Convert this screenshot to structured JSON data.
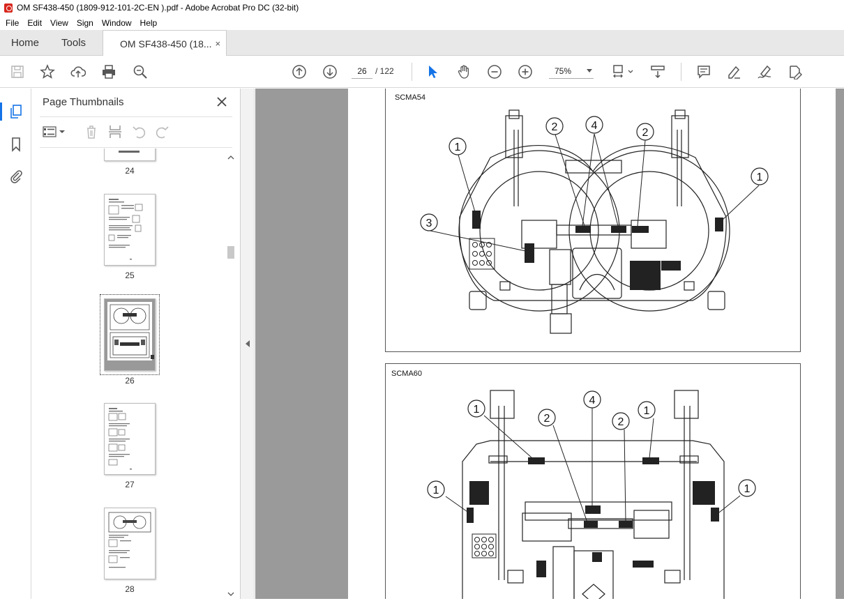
{
  "window": {
    "title": "OM SF438-450 (1809-912-101-2C-EN ).pdf - Adobe Acrobat Pro DC (32-bit)"
  },
  "menu": [
    "File",
    "Edit",
    "View",
    "Sign",
    "Window",
    "Help"
  ],
  "tabs": {
    "home": "Home",
    "tools": "Tools",
    "document": "OM SF438-450 (18...",
    "close_glyph": "×"
  },
  "toolbar": {
    "current_page": "26",
    "page_total": "/ 122",
    "zoom": "75%"
  },
  "thumbnail_panel": {
    "title": "Page Thumbnails",
    "thumbnails": [
      {
        "label": "24"
      },
      {
        "label": "25"
      },
      {
        "label": "26",
        "selected": true
      },
      {
        "label": "27"
      },
      {
        "label": "28"
      }
    ]
  },
  "document": {
    "figures": [
      {
        "label": "SCMA54",
        "callouts": [
          "1",
          "2",
          "4",
          "2",
          "1",
          "3"
        ]
      },
      {
        "label": "SCMA60",
        "callouts": [
          "1",
          "2",
          "4",
          "2",
          "1",
          "1",
          "1"
        ]
      }
    ]
  },
  "colors": {
    "accent": "#1473e6",
    "doc_background": "#9a9a9a",
    "acrobat_red": "#d7261c"
  }
}
